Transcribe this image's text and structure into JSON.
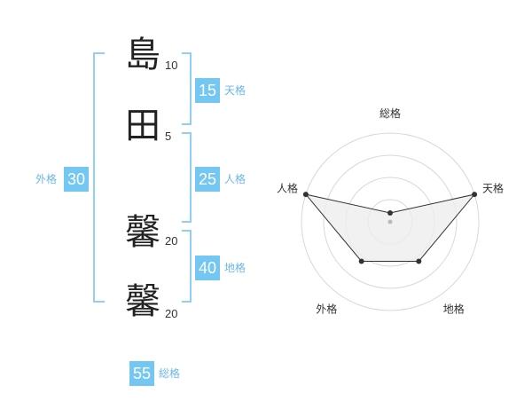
{
  "name_chars": [
    {
      "char": "島",
      "strokes": "10"
    },
    {
      "char": "田",
      "strokes": "5"
    },
    {
      "char": "馨",
      "strokes": "20"
    },
    {
      "char": "馨",
      "strokes": "20"
    }
  ],
  "fortunes": {
    "tenkaku": {
      "value": "15",
      "label": "天格"
    },
    "jinkaku": {
      "value": "25",
      "label": "人格"
    },
    "chikaku": {
      "value": "40",
      "label": "地格"
    },
    "gaikaku": {
      "value": "30",
      "label": "外格"
    },
    "soukaku": {
      "value": "55",
      "label": "総格"
    }
  },
  "colors": {
    "accent": "#74c7f2",
    "bracket": "#8fd0f4",
    "grid": "#d8d8d8",
    "polygon_fill": "#eeeeee"
  },
  "chart_data": {
    "type": "radar",
    "axes": [
      "総格",
      "天格",
      "地格",
      "外格",
      "人格"
    ],
    "values": [
      0.1,
      1.0,
      0.55,
      0.55,
      1.0
    ],
    "ring_count": 4,
    "max": 1.0
  }
}
